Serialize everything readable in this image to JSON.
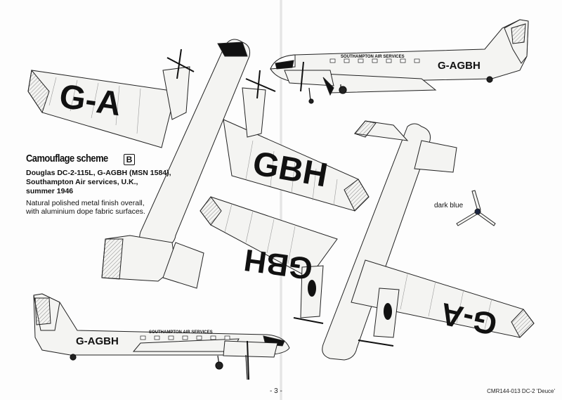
{
  "scheme": {
    "title": "Camouflage scheme",
    "letter": "B",
    "lines_bold": [
      "Douglas DC-2-115L, G-AGBH (MSN 1584),",
      "Southampton Air services, U.K.,",
      "summer 1946"
    ],
    "lines_normal": [
      "Natural polished metal finish overall,",
      "with aluminium dope fabric surfaces."
    ]
  },
  "markings": {
    "wing_top_left": "G-A",
    "wing_top_right": "GBH",
    "wing_under_left": "GBH",
    "wing_under_right": "G-A",
    "fuselage_registration": "G-AGBH",
    "airline_name": "SOUTHAMPTON AIR SERVICES"
  },
  "propeller_note": "dark blue",
  "footer": {
    "page_number": "- 3 -",
    "catalog": "CMR144-013 DC-2 'Deuce'"
  },
  "colors": {
    "ink": "#111111",
    "panel": "#f4f4f2",
    "hatch": "#9a9a9a",
    "darkblue": "#1a2440"
  }
}
